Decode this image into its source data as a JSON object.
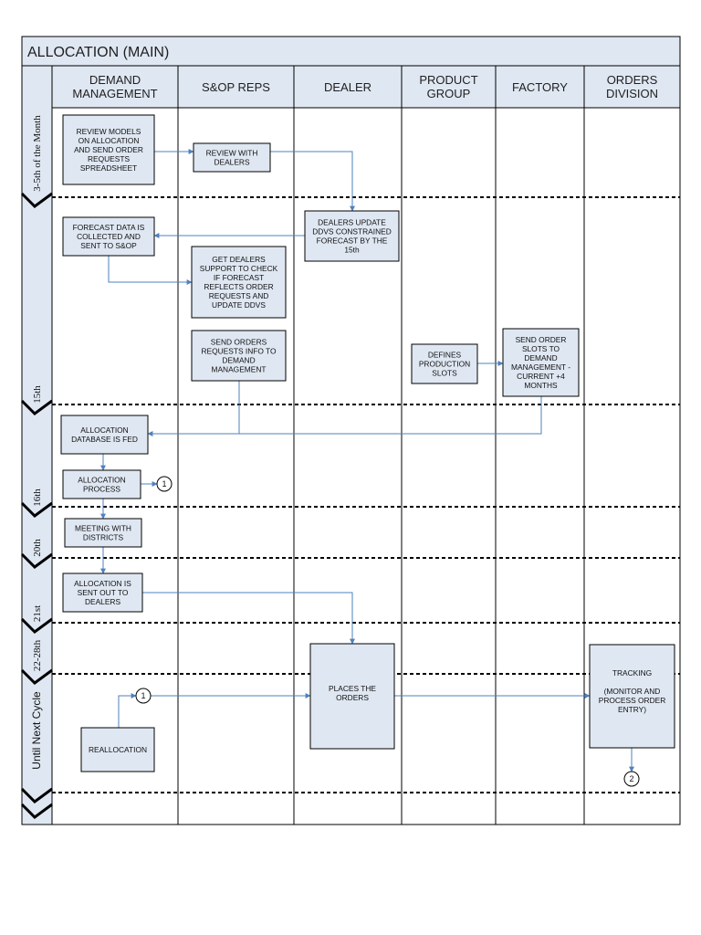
{
  "title": "ALLOCATION (MAIN)",
  "colors": {
    "lane_fill": "#dfe7f2",
    "box_fill": "#dfe7f2",
    "border": "#000000",
    "arrow": "#4f81bd"
  },
  "lanes": [
    {
      "id": "dm",
      "lines": [
        "DEMAND",
        "MANAGEMENT"
      ]
    },
    {
      "id": "sop",
      "lines": [
        "S&OP REPS"
      ]
    },
    {
      "id": "dealer",
      "lines": [
        "DEALER"
      ]
    },
    {
      "id": "pg",
      "lines": [
        "PRODUCT",
        "GROUP"
      ]
    },
    {
      "id": "factory",
      "lines": [
        "FACTORY"
      ]
    },
    {
      "id": "orders",
      "lines": [
        "ORDERS",
        "DIVISION"
      ]
    }
  ],
  "periods": [
    {
      "id": "p1",
      "label": "3-5th of the Month",
      "font": "serif"
    },
    {
      "id": "p2",
      "label": "15th",
      "font": "serif"
    },
    {
      "id": "p3",
      "label": "16th",
      "font": "serif"
    },
    {
      "id": "p4",
      "label": "20th",
      "font": "serif"
    },
    {
      "id": "p5",
      "label": "21st",
      "font": "serif"
    },
    {
      "id": "p6",
      "label": "22-28th",
      "font": "serif"
    },
    {
      "id": "p7",
      "label": "Until Next Cycle",
      "font": "sans"
    }
  ],
  "boxes": [
    {
      "id": "review-models",
      "lines": [
        "REVIEW MODELS",
        "ON ALLOCATION",
        "AND SEND ORDER",
        "REQUESTS",
        "SPREADSHEET"
      ]
    },
    {
      "id": "review-with-dealers",
      "lines": [
        "REVIEW WITH",
        "DEALERS"
      ]
    },
    {
      "id": "dealers-update",
      "lines": [
        "DEALERS UPDATE",
        "DDVS CONSTRAINED",
        "FORECAST BY THE",
        "15th"
      ]
    },
    {
      "id": "forecast-data",
      "lines": [
        "FORECAST DATA IS",
        "COLLECTED AND",
        "SENT TO  S&OP"
      ]
    },
    {
      "id": "get-dealers-support",
      "lines": [
        "GET DEALERS",
        "SUPPORT TO CHECK",
        "IF FORECAST",
        "REFLECTS ORDER",
        "REQUESTS AND",
        "UPDATE DDVS"
      ]
    },
    {
      "id": "send-orders-requests",
      "lines": [
        "SEND ORDERS",
        "REQUESTS INFO TO",
        "DEMAND",
        "MANAGEMENT"
      ]
    },
    {
      "id": "defines-production-slots",
      "lines": [
        "DEFINES",
        "PRODUCTION",
        "SLOTS"
      ]
    },
    {
      "id": "send-order-slots",
      "lines": [
        "SEND ORDER",
        "SLOTS TO",
        "DEMAND",
        "MANAGEMENT -",
        "CURRENT +4",
        "MONTHS"
      ]
    },
    {
      "id": "allocation-database",
      "lines": [
        "ALLOCATION",
        "DATABASE IS FED"
      ]
    },
    {
      "id": "allocation-process",
      "lines": [
        "ALLOCATION",
        "PROCESS"
      ]
    },
    {
      "id": "meeting-with-districts",
      "lines": [
        "MEETING WITH",
        "DISTRICTS"
      ]
    },
    {
      "id": "allocation-sent-out",
      "lines": [
        "ALLOCATION IS",
        "SENT OUT TO",
        "DEALERS"
      ]
    },
    {
      "id": "places-the-orders",
      "lines": [
        "PLACES THE",
        "ORDERS"
      ]
    },
    {
      "id": "tracking",
      "lines": [
        "TRACKING",
        "",
        "(MONITOR AND",
        "PROCESS ORDER",
        "ENTRY)"
      ]
    },
    {
      "id": "reallocation",
      "lines": [
        "REALLOCATION"
      ]
    }
  ],
  "connectors": [
    {
      "id": "conn-a",
      "label": "1"
    },
    {
      "id": "conn-b",
      "label": "1"
    },
    {
      "id": "conn-c",
      "label": "2"
    }
  ]
}
